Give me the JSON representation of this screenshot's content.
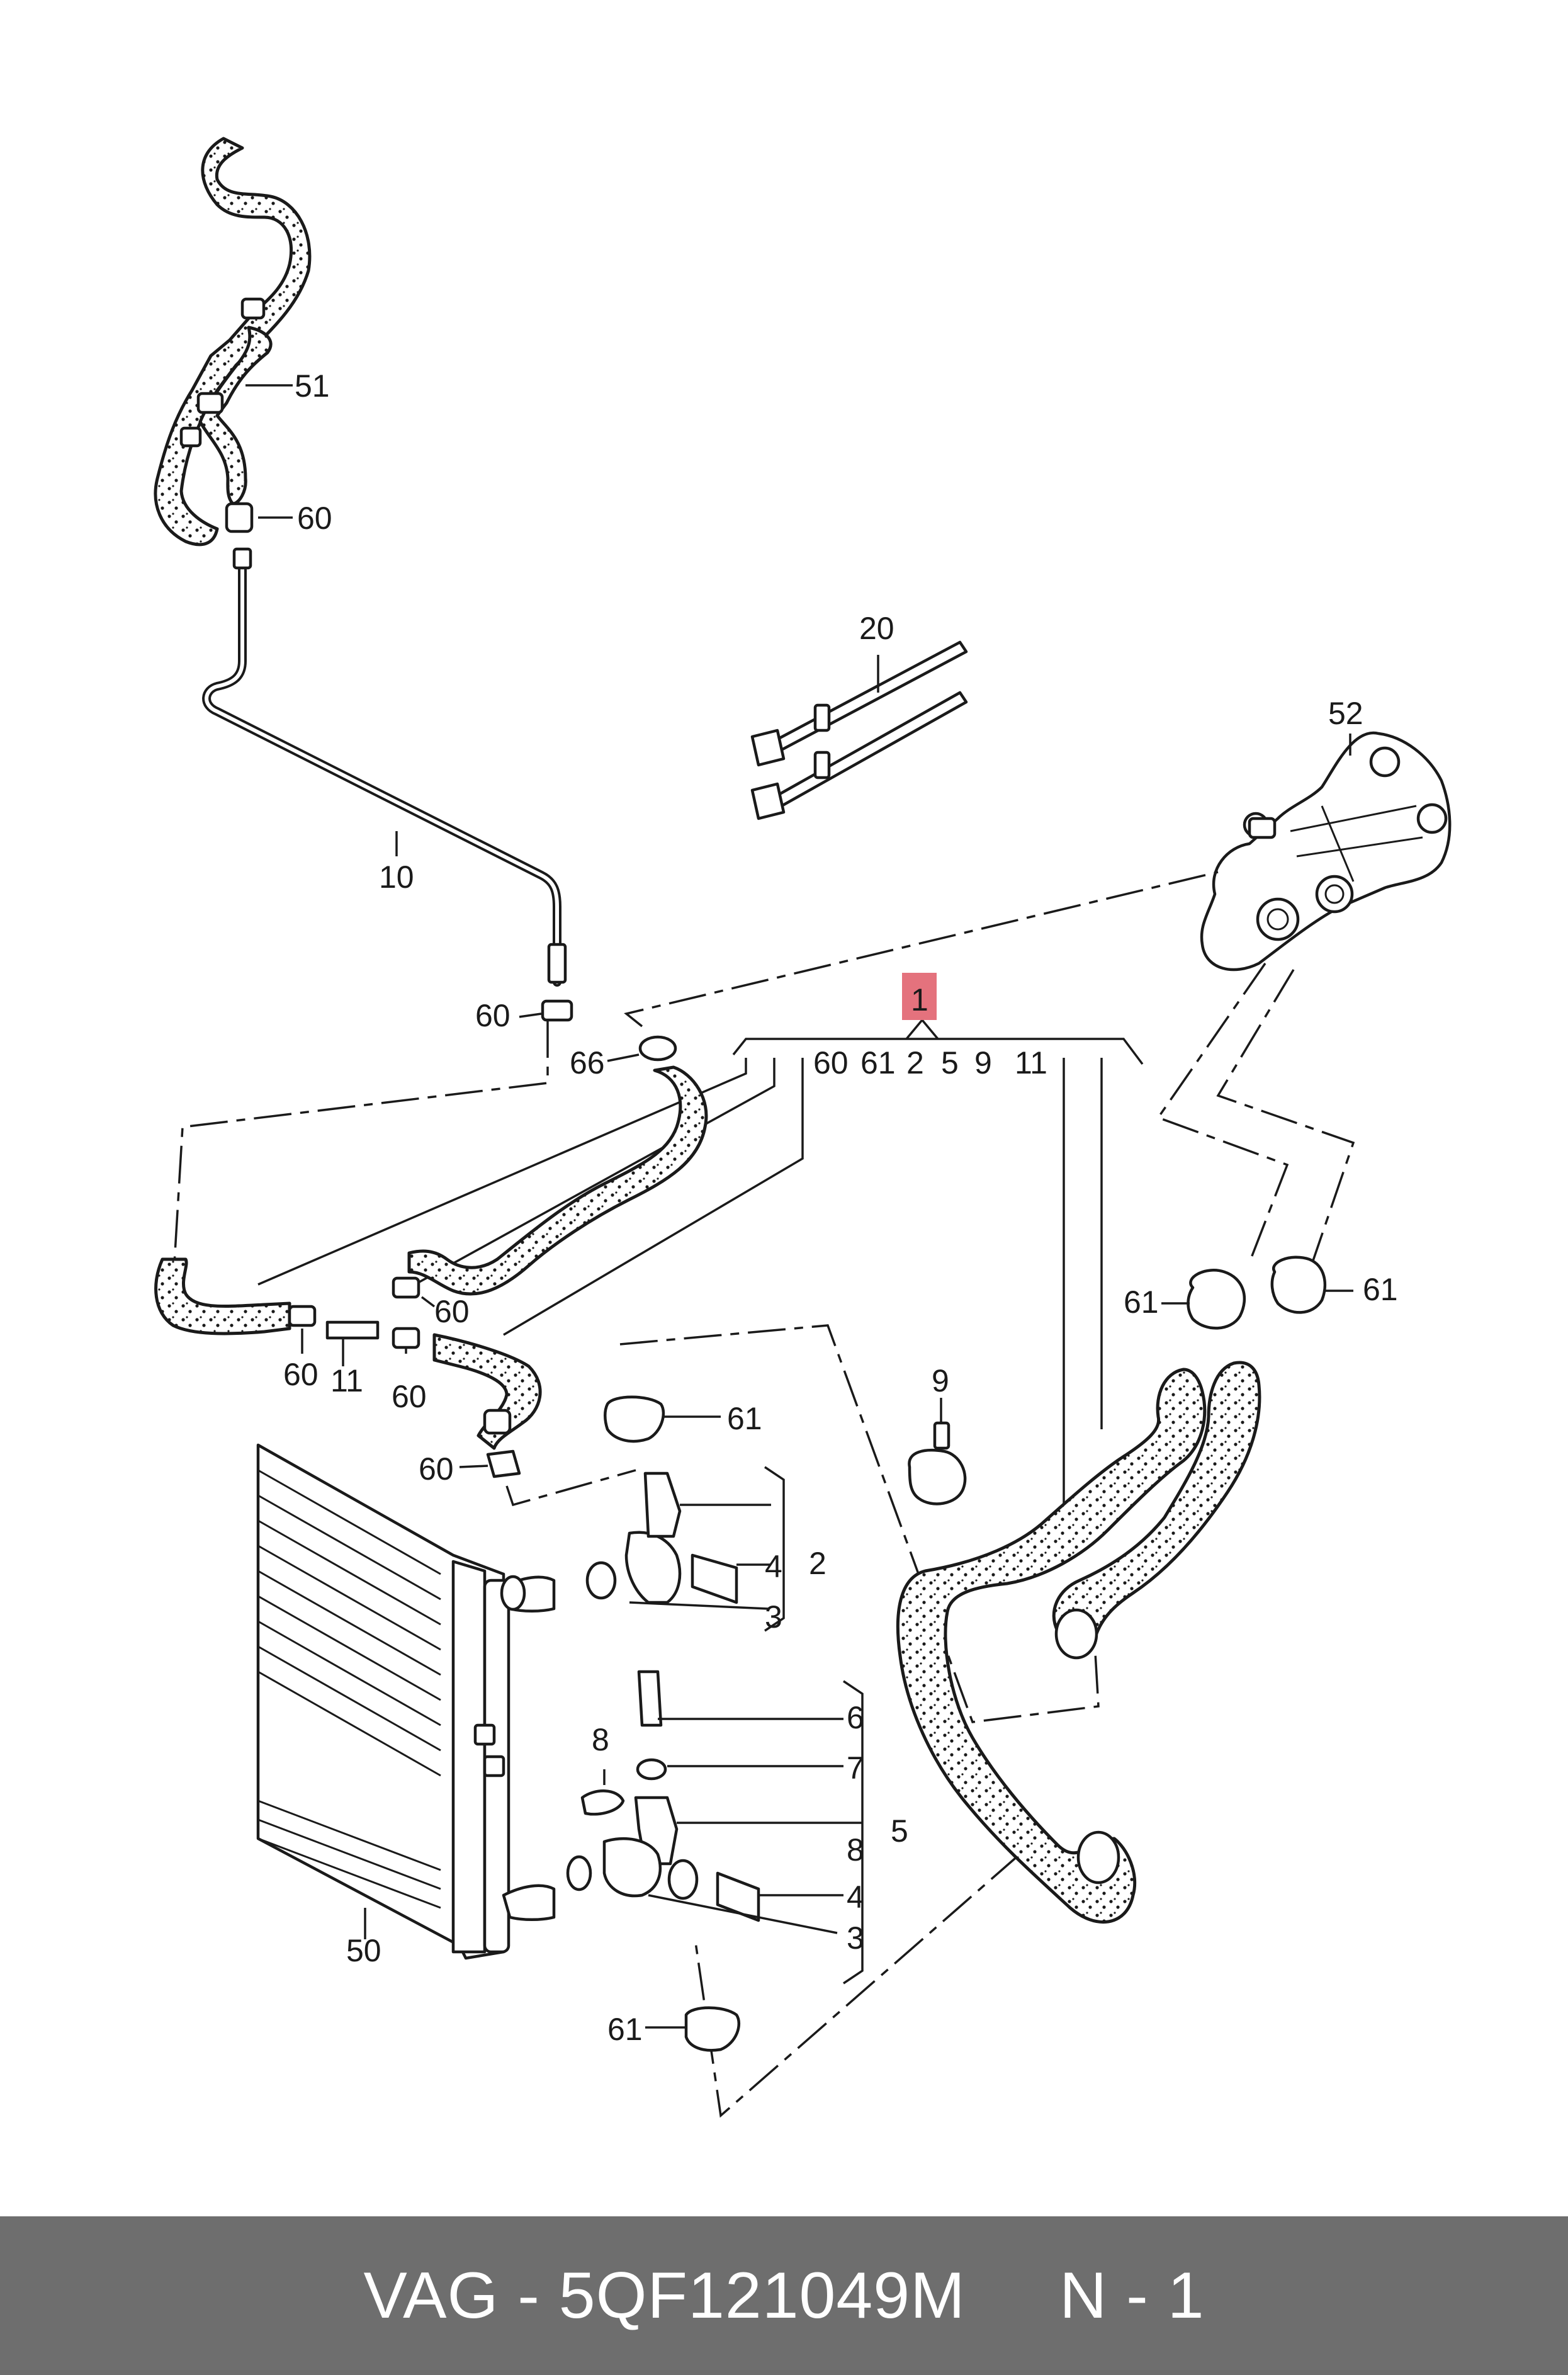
{
  "labels": {
    "p51": "51",
    "p60a": "60",
    "p20": "20",
    "p10": "10",
    "p52": "52",
    "p60b": "60",
    "p66": "66",
    "p1": "1",
    "row1": [
      "60",
      "61",
      "2",
      "5",
      "9",
      "11"
    ],
    "p60c": "60",
    "p60d": "60",
    "p11": "11",
    "p60e": "60",
    "p61a": "61",
    "p61b": "61",
    "p9": "9",
    "p61c": "61",
    "p60f": "60",
    "p4a": "4",
    "p2": "2",
    "p3a": "3",
    "p6": "6",
    "p8a": "8",
    "p7": "7",
    "p5": "5",
    "p8b": "8",
    "p4b": "4",
    "p3b": "3",
    "p50": "50",
    "p61d": "61"
  },
  "footer": {
    "text": "VAG - 5QF121049M     N - 1"
  },
  "colors": {
    "highlight": "#e4727d",
    "footer_bg": "#6e6e6e"
  }
}
